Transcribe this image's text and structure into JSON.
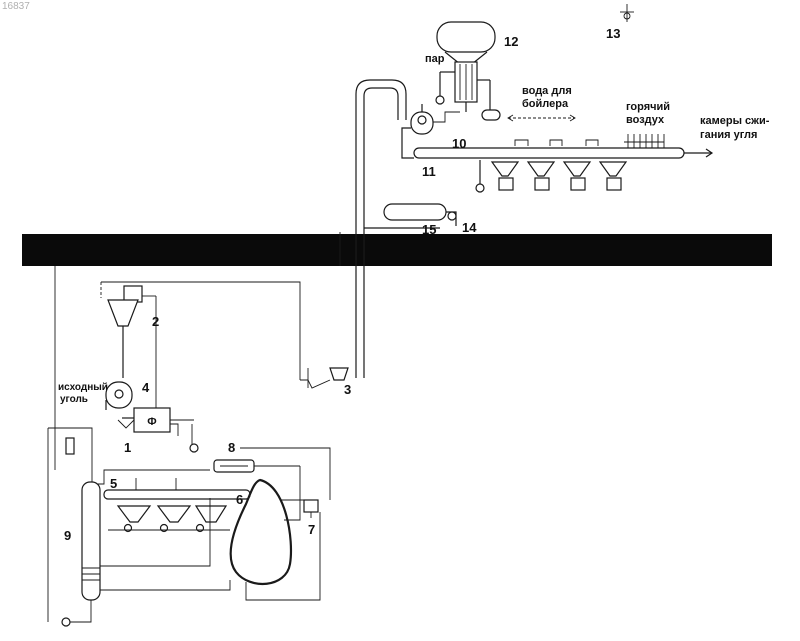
{
  "image_id": "16837",
  "labels": {
    "steam": "пар",
    "boiler_water_l1": "вода для",
    "boiler_water_l2": "бойлера",
    "hot_air_l1": "горячий",
    "hot_air_l2": "воздух",
    "combustion_l1": "камеры сжи-",
    "combustion_l2": "гания угля",
    "raw_coal_l1": "исходный",
    "raw_coal_l2": "уголь",
    "filter_symbol": "Ф"
  },
  "numbers": [
    "1",
    "2",
    "3",
    "4",
    "5",
    "6",
    "7",
    "8",
    "9",
    "10",
    "11",
    "12",
    "13",
    "14",
    "15"
  ],
  "colors": {
    "line": "#1a1a1a",
    "ground_bar": "#0a0a0a",
    "background": "#ffffff"
  }
}
